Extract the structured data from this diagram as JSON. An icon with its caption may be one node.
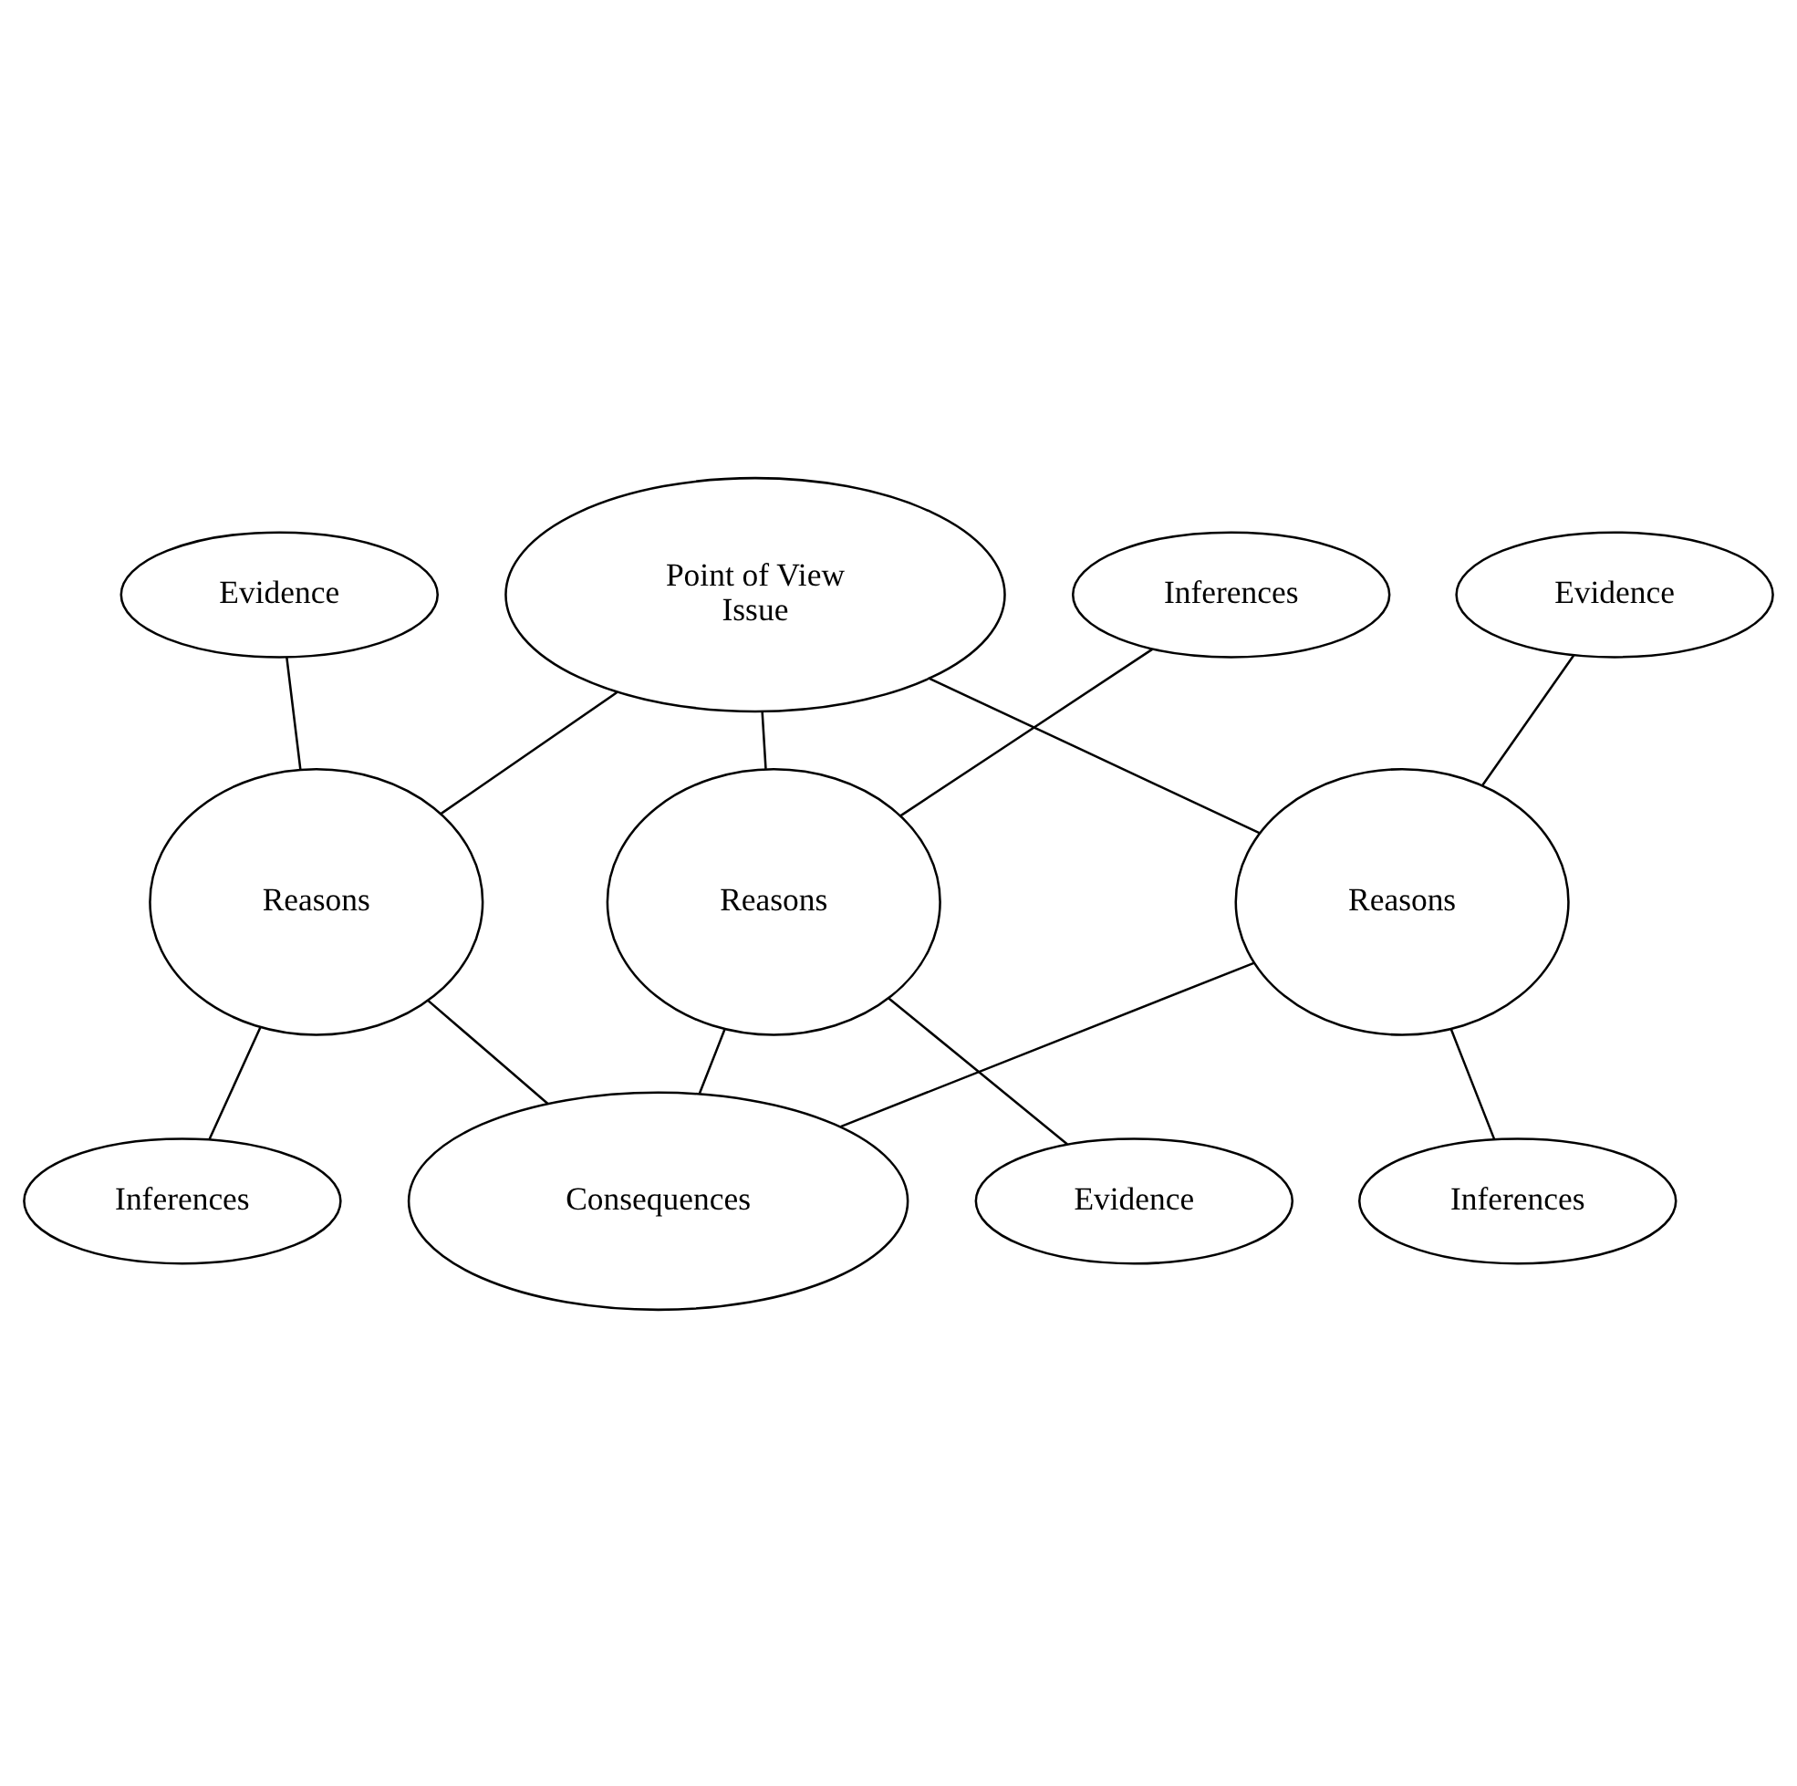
{
  "diagram": {
    "nodes": [
      {
        "text": [
          "Point of View",
          "Issue"
        ]
      },
      {
        "text": [
          "Evidence"
        ]
      },
      {
        "text": [
          "Inferences"
        ]
      },
      {
        "text": [
          "Evidence"
        ]
      },
      {
        "text": [
          "Reasons"
        ]
      },
      {
        "text": [
          "Reasons"
        ]
      },
      {
        "text": [
          "Reasons"
        ]
      },
      {
        "text": [
          "Inferences"
        ]
      },
      {
        "text": [
          "Evidence"
        ]
      },
      {
        "text": [
          "Inferences"
        ]
      },
      {
        "text": [
          "Consequences"
        ]
      }
    ],
    "edges": [
      {
        "from": 0,
        "to": 4,
        "arrow": "none"
      },
      {
        "from": 0,
        "to": 5,
        "arrow": "none"
      },
      {
        "from": 0,
        "to": 6,
        "arrow": "none"
      },
      {
        "from": 1,
        "to": 4,
        "arrow": "none"
      },
      {
        "from": 2,
        "to": 5,
        "arrow": "none"
      },
      {
        "from": 3,
        "to": 6,
        "arrow": "none"
      },
      {
        "from": 4,
        "to": 7,
        "arrow": "none"
      },
      {
        "from": 5,
        "to": 8,
        "arrow": "none"
      },
      {
        "from": 6,
        "to": 9,
        "arrow": "none"
      },
      {
        "from": 4,
        "to": 10,
        "arrow": "none"
      },
      {
        "from": 5,
        "to": 10,
        "arrow": "none"
      },
      {
        "from": 6,
        "to": 10,
        "arrow": "none"
      }
    ]
  }
}
